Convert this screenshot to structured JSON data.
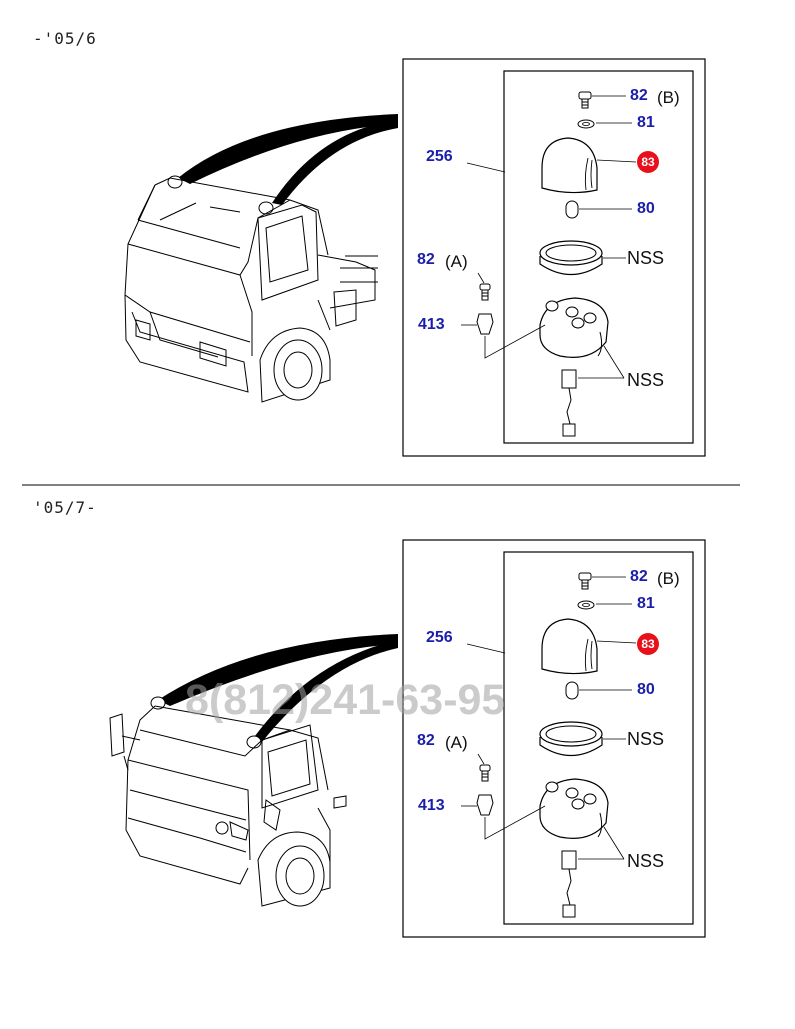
{
  "sections": [
    {
      "range_label": "-'05/6",
      "parts": {
        "p82b": "82",
        "p82b_suffix": "(B)",
        "p81": "81",
        "p83": "83",
        "p80": "80",
        "p256": "256",
        "p82a": "82",
        "p82a_suffix": "(A)",
        "p413": "413",
        "nss_ring": "NSS",
        "nss_base": "NSS"
      }
    },
    {
      "range_label": "'05/7-",
      "parts": {
        "p82b": "82",
        "p82b_suffix": "(B)",
        "p81": "81",
        "p83": "83",
        "p80": "80",
        "p256": "256",
        "p82a": "82",
        "p82a_suffix": "(A)",
        "p413": "413",
        "nss_ring": "NSS",
        "nss_base": "NSS"
      }
    }
  ],
  "watermark": "8(812)241-63-95",
  "colors": {
    "part_number": "#1b1fa8",
    "highlight_badge": "#e8101a",
    "line": "#000000"
  }
}
